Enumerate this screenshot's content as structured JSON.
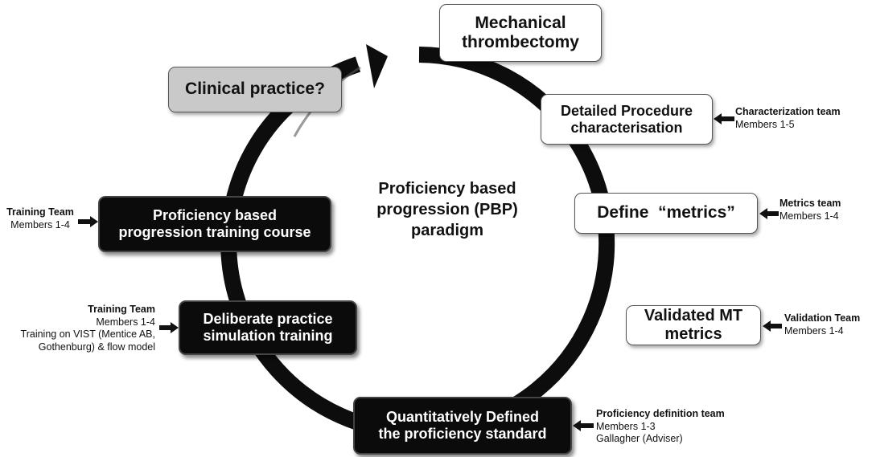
{
  "center": {
    "line1": "Proficiency based",
    "line2": "progression (PBP)",
    "line3": "paradigm"
  },
  "steps": {
    "mechanical": {
      "line1": "Mechanical",
      "line2": "thrombectomy"
    },
    "characterisation": {
      "line1": "Detailed Procedure",
      "line2": "characterisation"
    },
    "metrics": {
      "label": "Define  “metrics”"
    },
    "validated": {
      "label": "Validated MT metrics"
    },
    "standard": {
      "line1": "Quantitatively Defined",
      "line2": "the proficiency standard"
    },
    "deliberate": {
      "line1": "Deliberate practice",
      "line2": "simulation training"
    },
    "course": {
      "line1": "Proficiency based",
      "line2": "progression training course"
    },
    "clinical": {
      "label": "Clinical practice?"
    }
  },
  "teams": {
    "characterization": {
      "name": "Characterization team",
      "members": "Members 1-5"
    },
    "metrics": {
      "name": "Metrics team",
      "members": "Members 1-4"
    },
    "validation": {
      "name": "Validation Team",
      "members": "Members 1-4"
    },
    "proficiency": {
      "name": "Proficiency definition team",
      "members": "Members 1-3",
      "adviser": "Gallagher (Adviser)"
    },
    "training_sim": {
      "name": "Training Team",
      "members": "Members 1-4",
      "note1": "Training on VIST (Mentice AB,",
      "note2": "Gothenburg) & flow model"
    },
    "training_course": {
      "name": "Training Team",
      "members": "Members 1-4"
    }
  },
  "colors": {
    "ring": "#0d0d0d",
    "dark_box": "#0b0b0b",
    "gray_box": "#c9c9c9"
  }
}
